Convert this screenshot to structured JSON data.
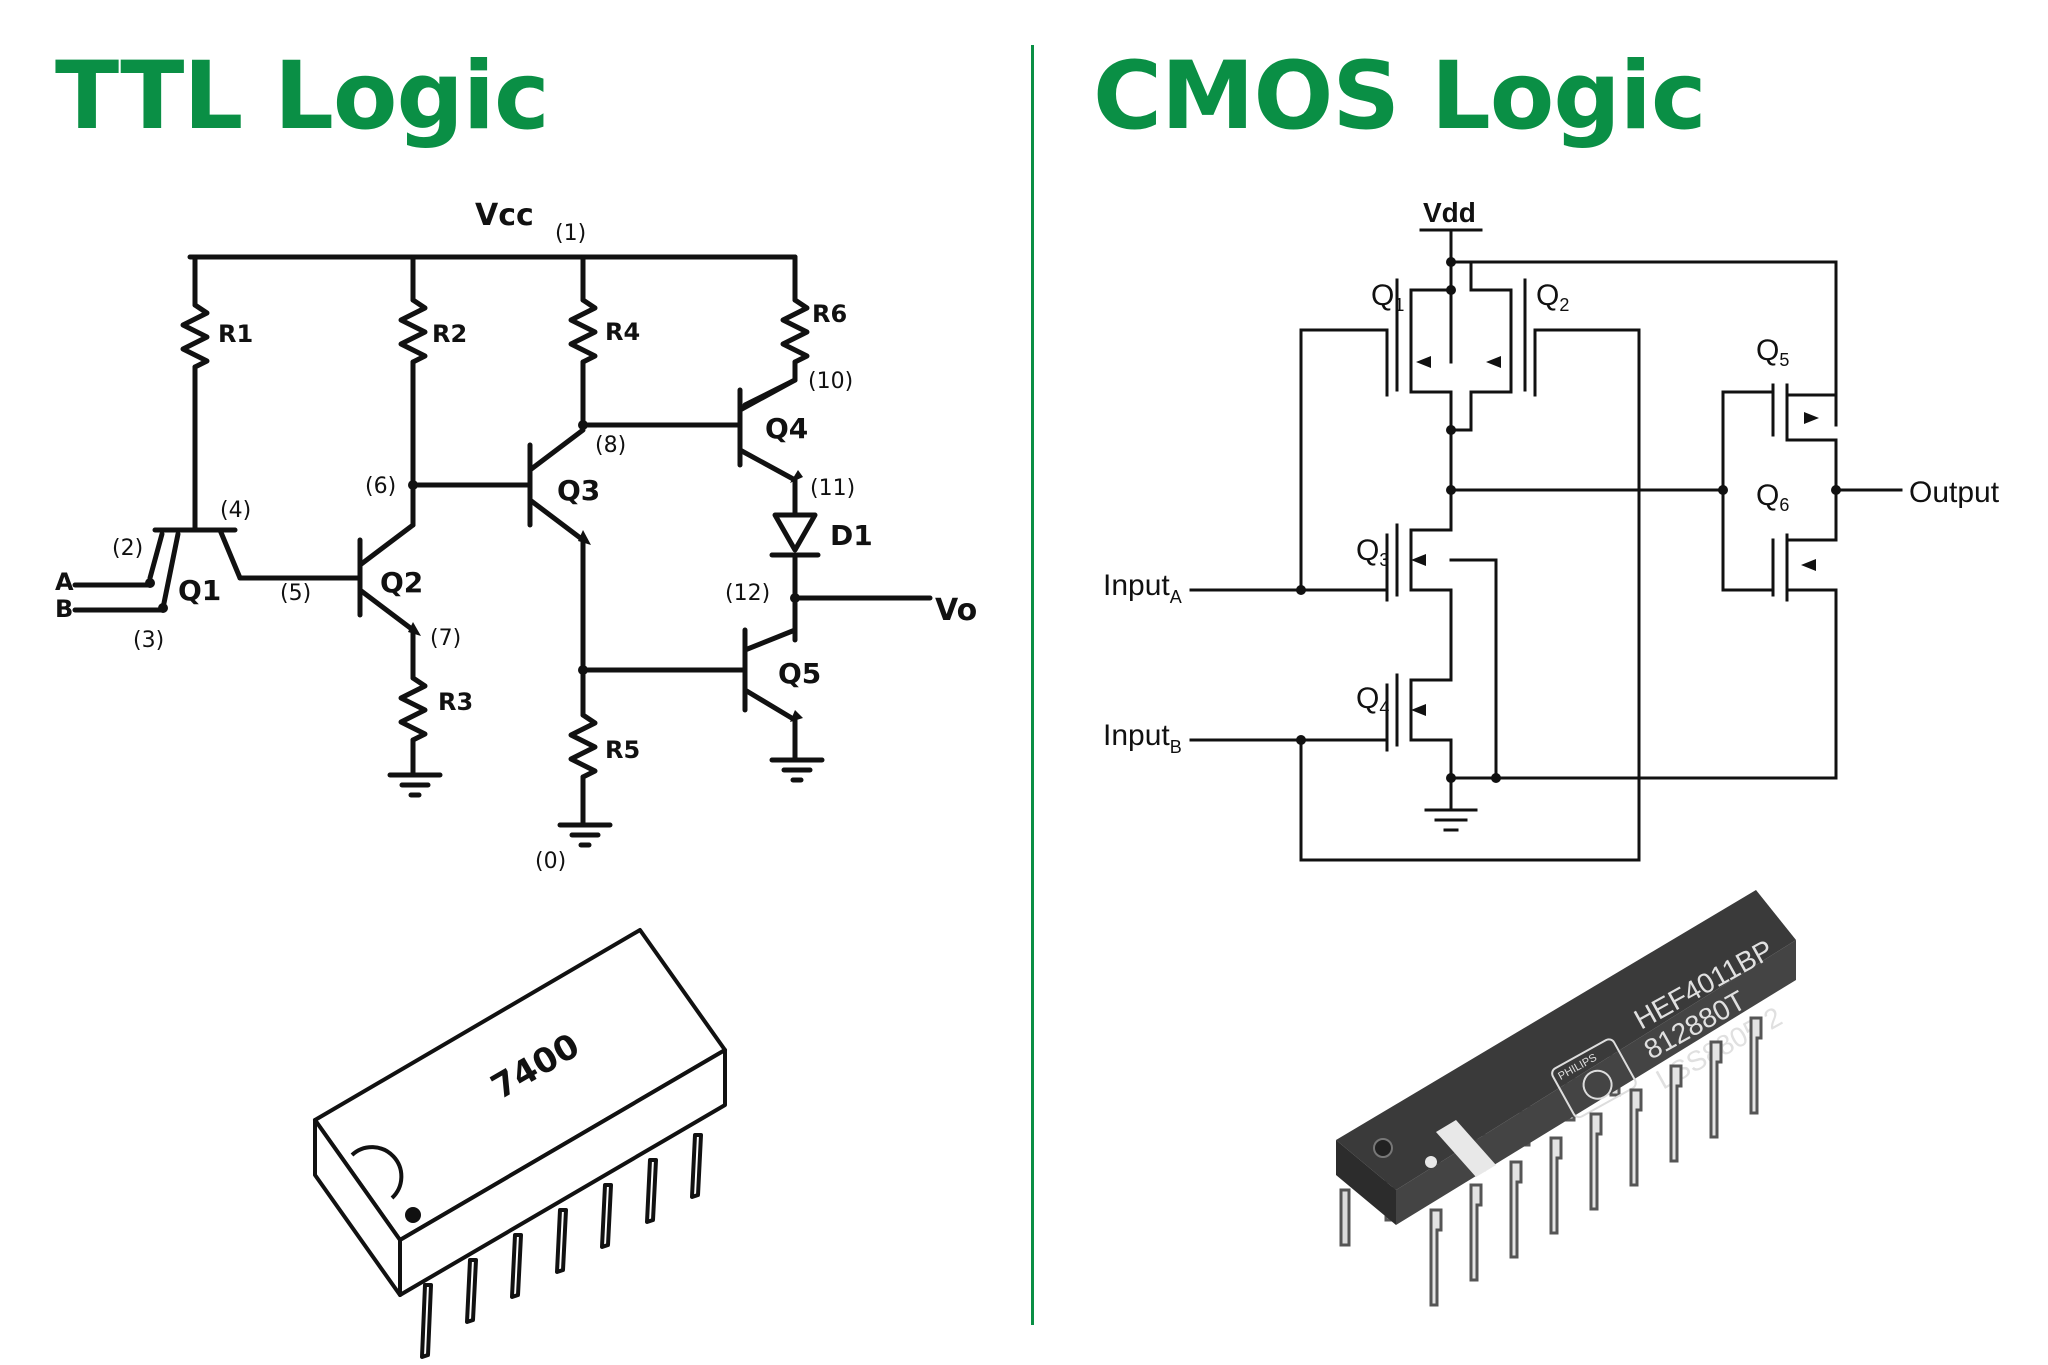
{
  "colors": {
    "accent": "#0a8f45",
    "line": "#111111",
    "chip_body": "#4a4a4a"
  },
  "ttl": {
    "title": "TTL Logic",
    "vcc": "Vcc",
    "r1": "R1",
    "r2": "R2",
    "r3": "R3",
    "r4": "R4",
    "r5": "R5",
    "r6": "R6",
    "q1": "Q1",
    "q2": "Q2",
    "q3": "Q3",
    "q4": "Q4",
    "q5": "Q5",
    "d1": "D1",
    "vo": "Vo",
    "in_a": "A",
    "in_b": "B",
    "nodes": {
      "n0": "(0)",
      "n1": "(1)",
      "n2": "(2)",
      "n3": "(3)",
      "n4": "(4)",
      "n5": "(5)",
      "n6": "(6)",
      "n7": "(7)",
      "n8": "(8)",
      "n10": "(10)",
      "n11": "(11)",
      "n12": "(12)"
    },
    "chip_label": "7400"
  },
  "cmos": {
    "title": "CMOS Logic",
    "vdd": "Vdd",
    "q1": "Q",
    "q1_sub": "1",
    "q2": "Q",
    "q2_sub": "2",
    "q3": "Q",
    "q3_sub": "3",
    "q4": "Q",
    "q4_sub": "4",
    "q5": "Q",
    "q5_sub": "5",
    "q6": "Q",
    "q6_sub": "6",
    "input_a": "Input",
    "input_a_sub": "A",
    "input_b": "Input",
    "input_b_sub": "B",
    "output": "Output",
    "chip_brand": "PHILIPS",
    "chip_line1": "HEF4011BP",
    "chip_line2": "812880T",
    "chip_line3": "LSS8805  2"
  }
}
